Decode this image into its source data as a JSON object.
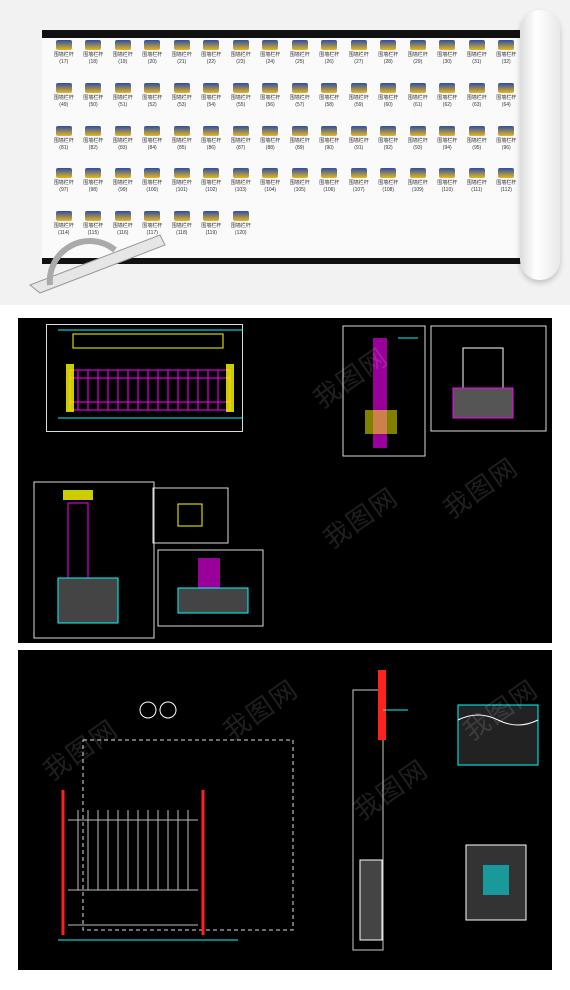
{
  "banner": {
    "file_label": "DWG",
    "item_label": "围墙栏杆",
    "tile_numbers": [
      "(17)",
      "(18)",
      "(19)",
      "(20)",
      "(21)",
      "(22)",
      "(23)",
      "(24)",
      "(25)",
      "(26)",
      "(27)",
      "(28)",
      "(29)",
      "(30)",
      "(31)",
      "(32)",
      "(49)",
      "(50)",
      "(51)",
      "(52)",
      "(53)",
      "(54)",
      "(55)",
      "(56)",
      "(57)",
      "(58)",
      "(59)",
      "(60)",
      "(61)",
      "(62)",
      "(63)",
      "(64)",
      "(81)",
      "(82)",
      "(83)",
      "(84)",
      "(85)",
      "(86)",
      "(87)",
      "(88)",
      "(89)",
      "(90)",
      "(91)",
      "(92)",
      "(93)",
      "(94)",
      "(95)",
      "(96)",
      "(97)",
      "(98)",
      "(99)",
      "(100)",
      "(101)",
      "(102)",
      "(103)",
      "(104)",
      "(105)",
      "(106)",
      "(107)",
      "(108)",
      "(109)",
      "(110)",
      "(111)",
      "(112)",
      "(114)",
      "(115)",
      "(116)",
      "(117)",
      "(118)",
      "(119)",
      "(120)"
    ]
  },
  "watermark": "我图网",
  "colors": {
    "cad_bg": "#000000",
    "magenta": "#ff00ff",
    "yellow": "#ffff00",
    "cyan": "#00ffff",
    "red": "#ff2020",
    "white": "#ffffff"
  }
}
